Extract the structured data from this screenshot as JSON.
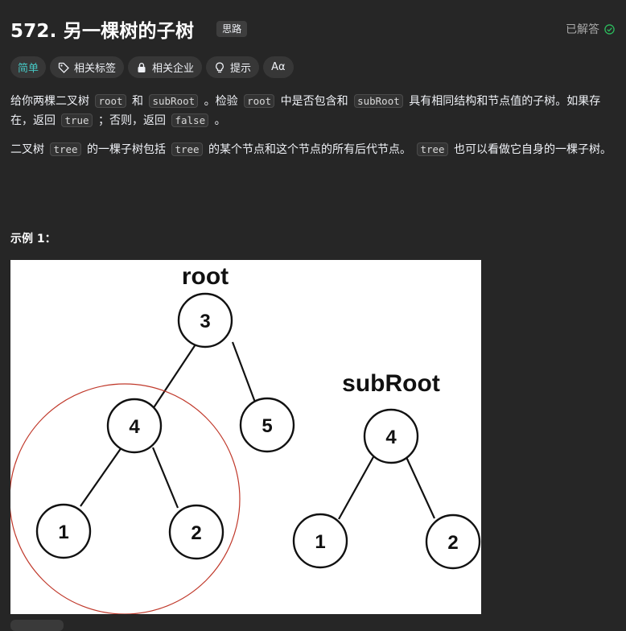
{
  "problem": {
    "title": "572. 另一棵树的子树",
    "think_badge": "思路",
    "status": "已解答"
  },
  "tags": {
    "difficulty": "简单",
    "related_tags": "相关标签",
    "related_companies": "相关企业",
    "hint": "提示",
    "font_toggle": "Aα"
  },
  "description": {
    "p1": {
      "t1": "给你两棵二叉树",
      "c1": "root",
      "t2": "和",
      "c2": "subRoot",
      "t3": "。检验",
      "c3": "root",
      "t4": "中是否包含和",
      "c4": "subRoot",
      "t5": "具有相同结构和节点值的子树。如果存在，返回",
      "c5": "true",
      "t6": "；否则，返回",
      "c6": "false",
      "t7": "。"
    },
    "p2": {
      "t1": "二叉树",
      "c1": "tree",
      "t2": "的一棵子树包括",
      "c2": "tree",
      "t3": "的某个节点和这个节点的所有后代节点。",
      "c3": "tree",
      "t4": "也可以看做它自身的一棵子树。"
    }
  },
  "example": {
    "title": "示例 1：",
    "figure": {
      "root_label": "root",
      "subroot_label": "subRoot",
      "root_tree": [
        "3",
        "4",
        "5",
        "1",
        "2"
      ],
      "subroot_tree": [
        "4",
        "1",
        "2"
      ]
    }
  },
  "colors": {
    "background": "#262626",
    "easy": "#46c6c2",
    "solved_check": "#2cbb5d",
    "highlight_circle": "#c0392b"
  }
}
